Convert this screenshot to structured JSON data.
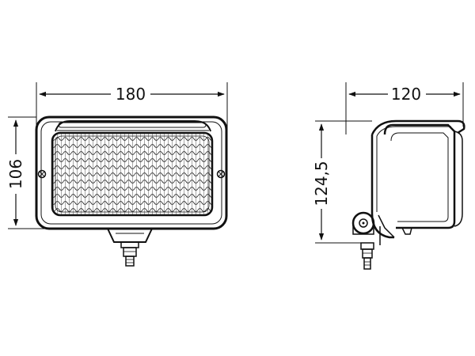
{
  "drawing": {
    "front_view": {
      "width_dimension": "180",
      "height_dimension": "106"
    },
    "side_view": {
      "depth_dimension": "120",
      "height_dimension": "124,5"
    },
    "colors": {
      "line": "#111111",
      "background": "#ffffff"
    }
  }
}
